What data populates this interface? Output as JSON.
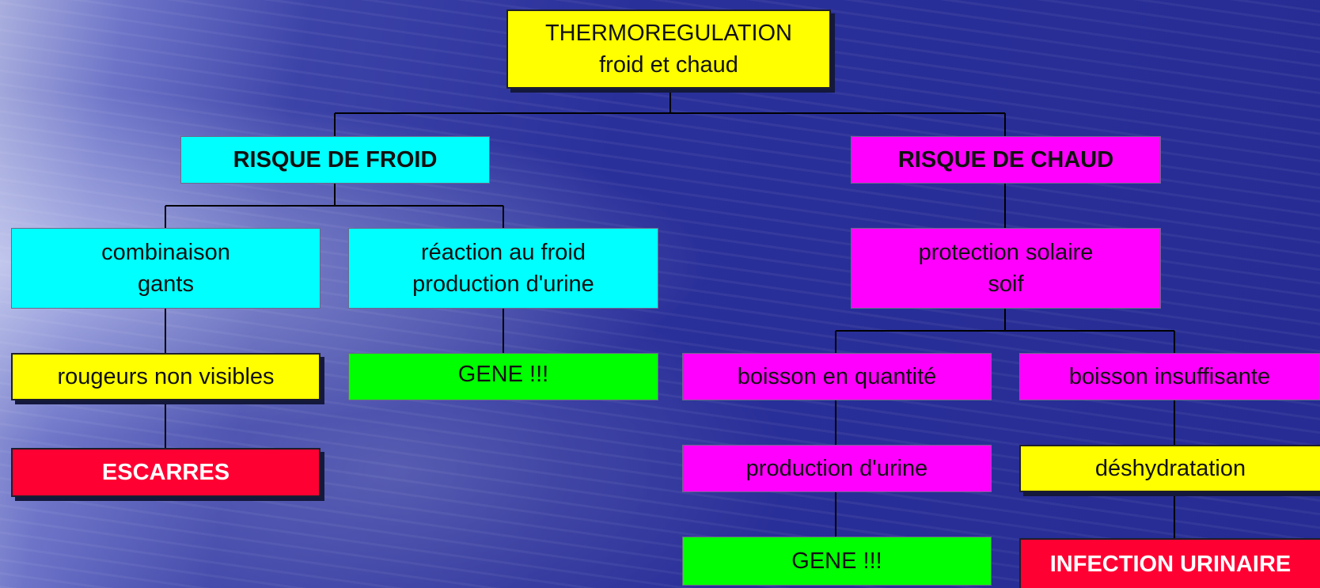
{
  "root": {
    "line1": "THERMOREGULATION",
    "line2": "froid et chaud"
  },
  "froid": {
    "title": "RISQUE DE FROID",
    "left": {
      "line1": "combinaison",
      "line2": "gants"
    },
    "right": {
      "line1": "réaction au froid",
      "line2": "production d'urine"
    },
    "left_consequence": "rougeurs non visibles",
    "left_result": "ESCARRES",
    "right_consequence": "GENE !!!"
  },
  "chaud": {
    "title": "RISQUE DE CHAUD",
    "middle": {
      "line1": "protection solaire",
      "line2": "soif"
    },
    "left_branch": "boisson en quantité",
    "right_branch": "boisson insuffisante",
    "left_next": "production d'urine",
    "right_next": "déshydratation",
    "left_result": "GENE !!!",
    "right_result": "INFECTION URINAIRE"
  },
  "colors": {
    "yellow": "#ffff00",
    "cyan": "#00ffff",
    "magenta": "#ff00ff",
    "green": "#00ff00",
    "red": "#ff0033",
    "background": "#2a309a"
  }
}
